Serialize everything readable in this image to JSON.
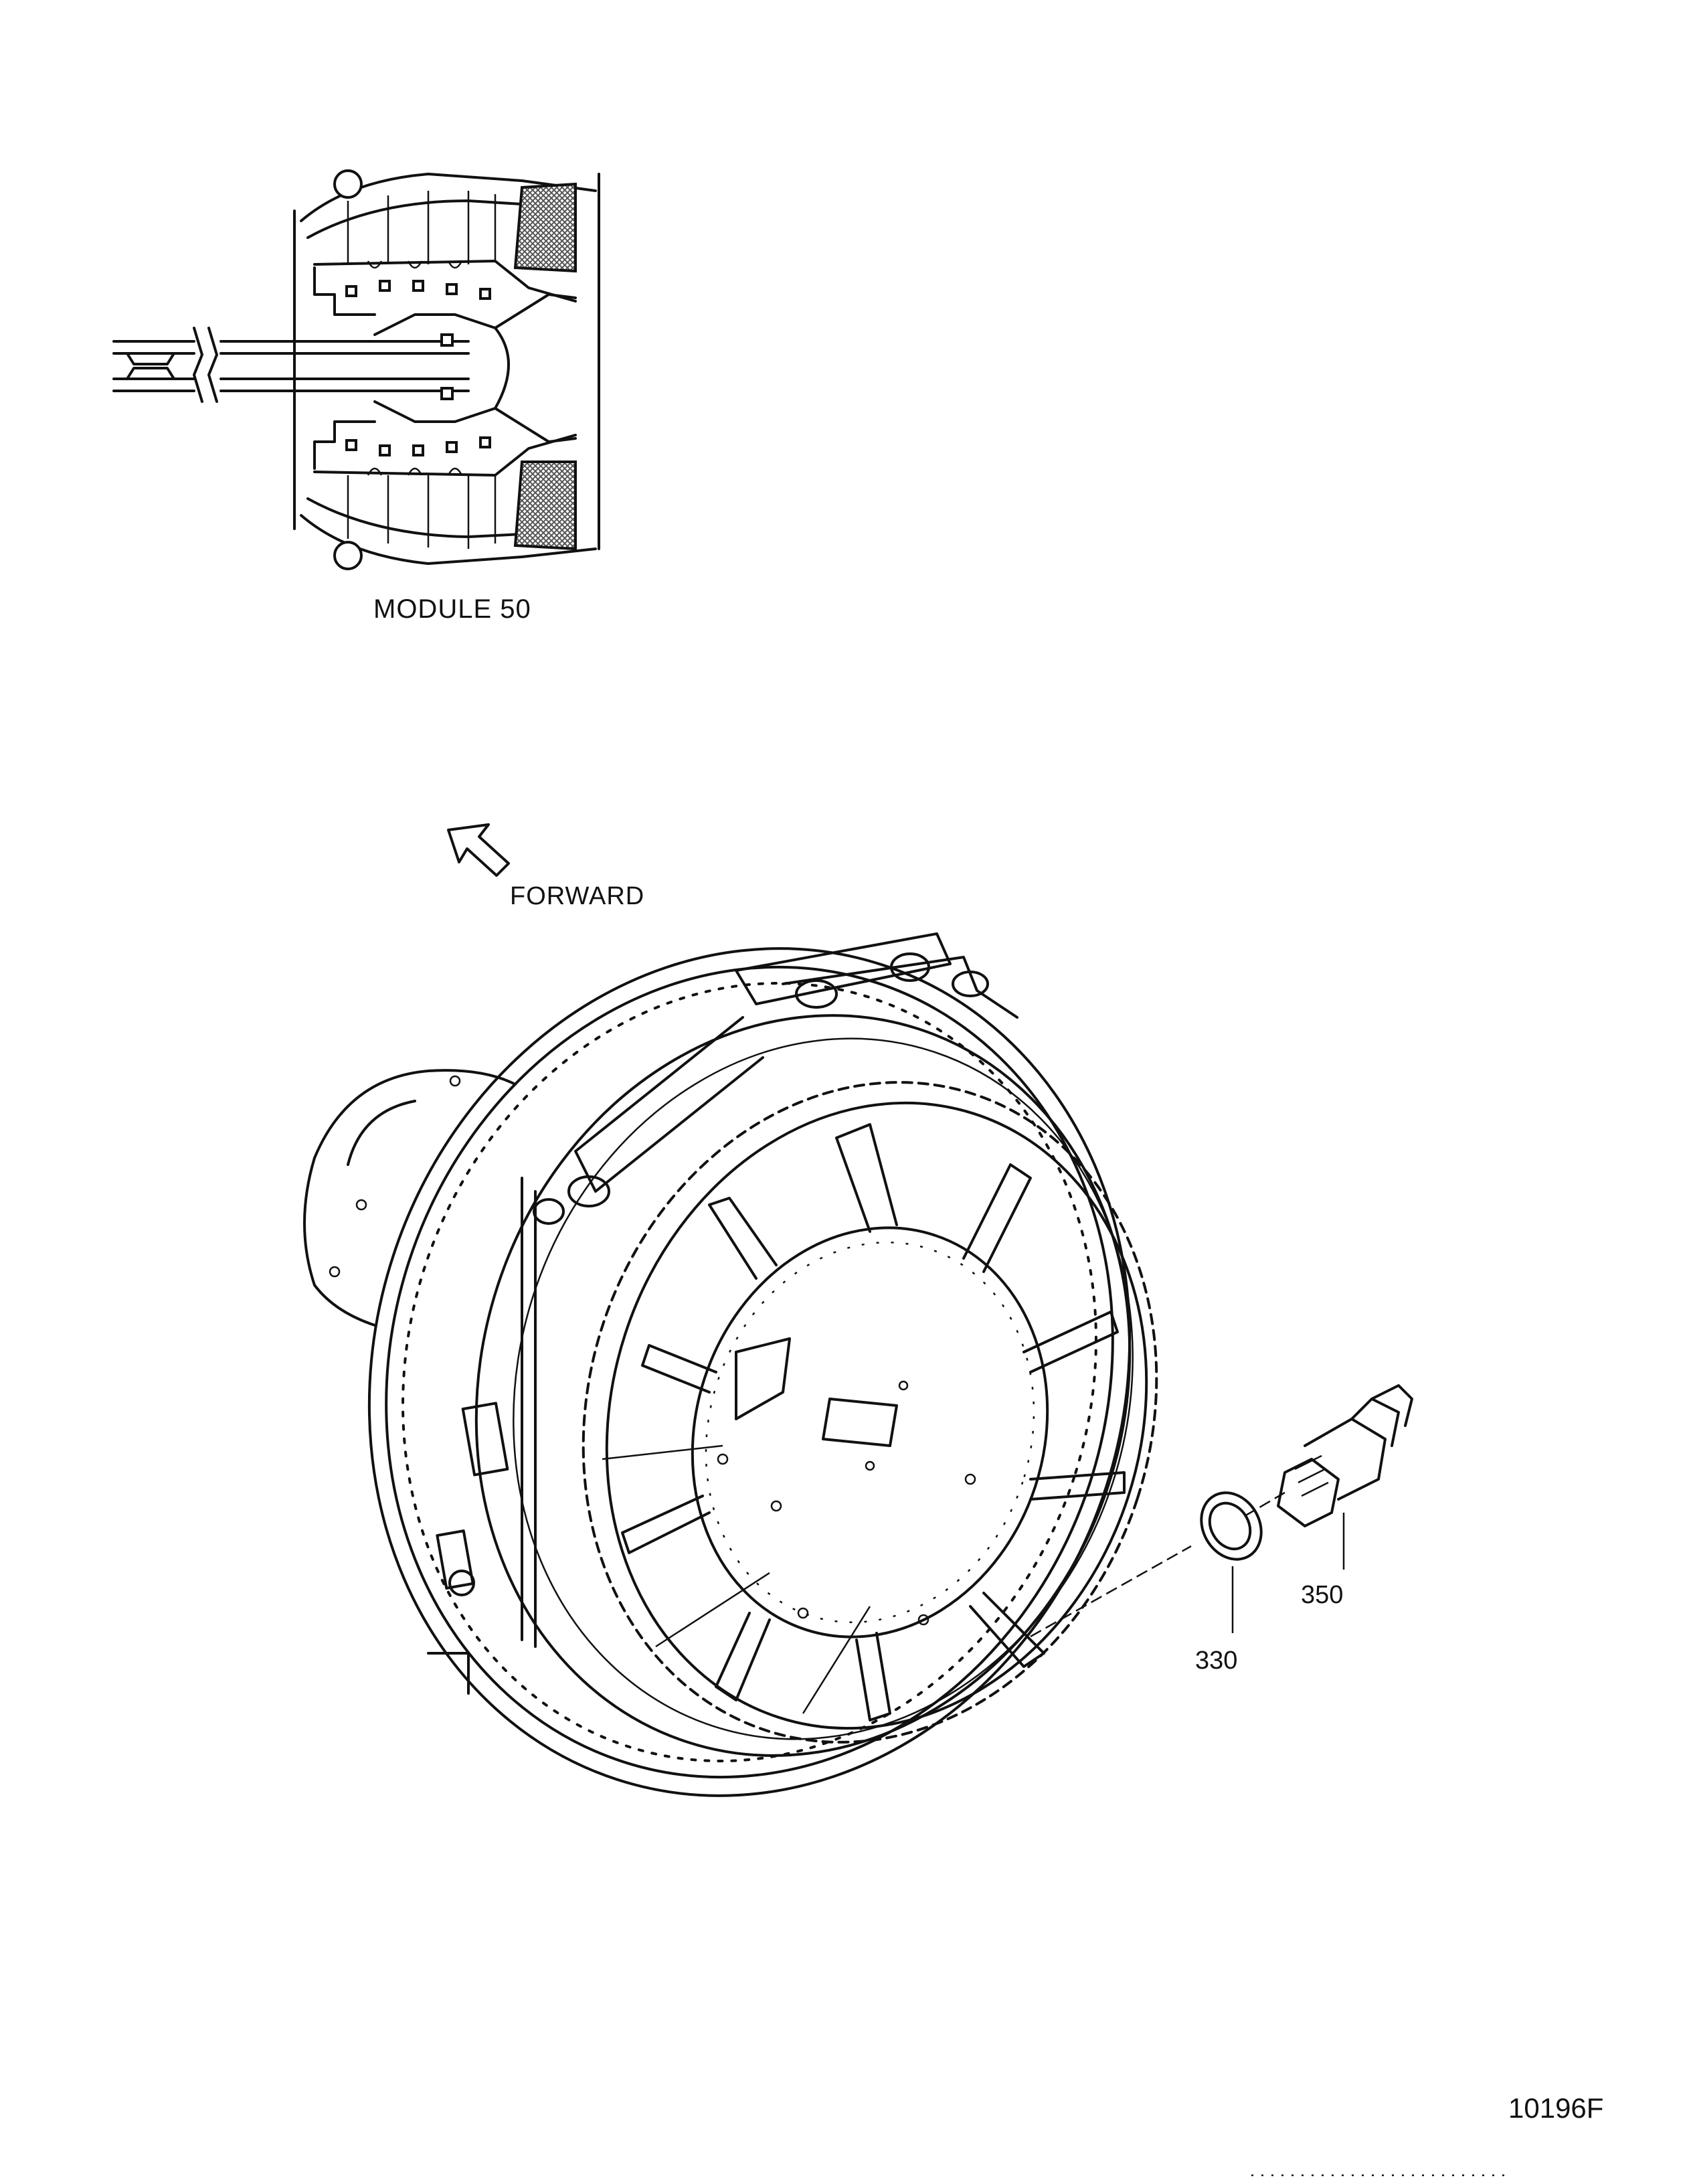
{
  "figure": {
    "inset_caption": "MODULE 50",
    "direction_label": "FORWARD",
    "figure_number": "10196F"
  },
  "callouts": [
    {
      "number": "330",
      "part": "seal-ring"
    },
    {
      "number": "350",
      "part": "union-fitting"
    }
  ],
  "colors": {
    "ink": "#111111",
    "paper": "#ffffff",
    "hatch": "#555555"
  },
  "icons": {
    "forward_arrow": "hollow-arrow-up-left"
  }
}
